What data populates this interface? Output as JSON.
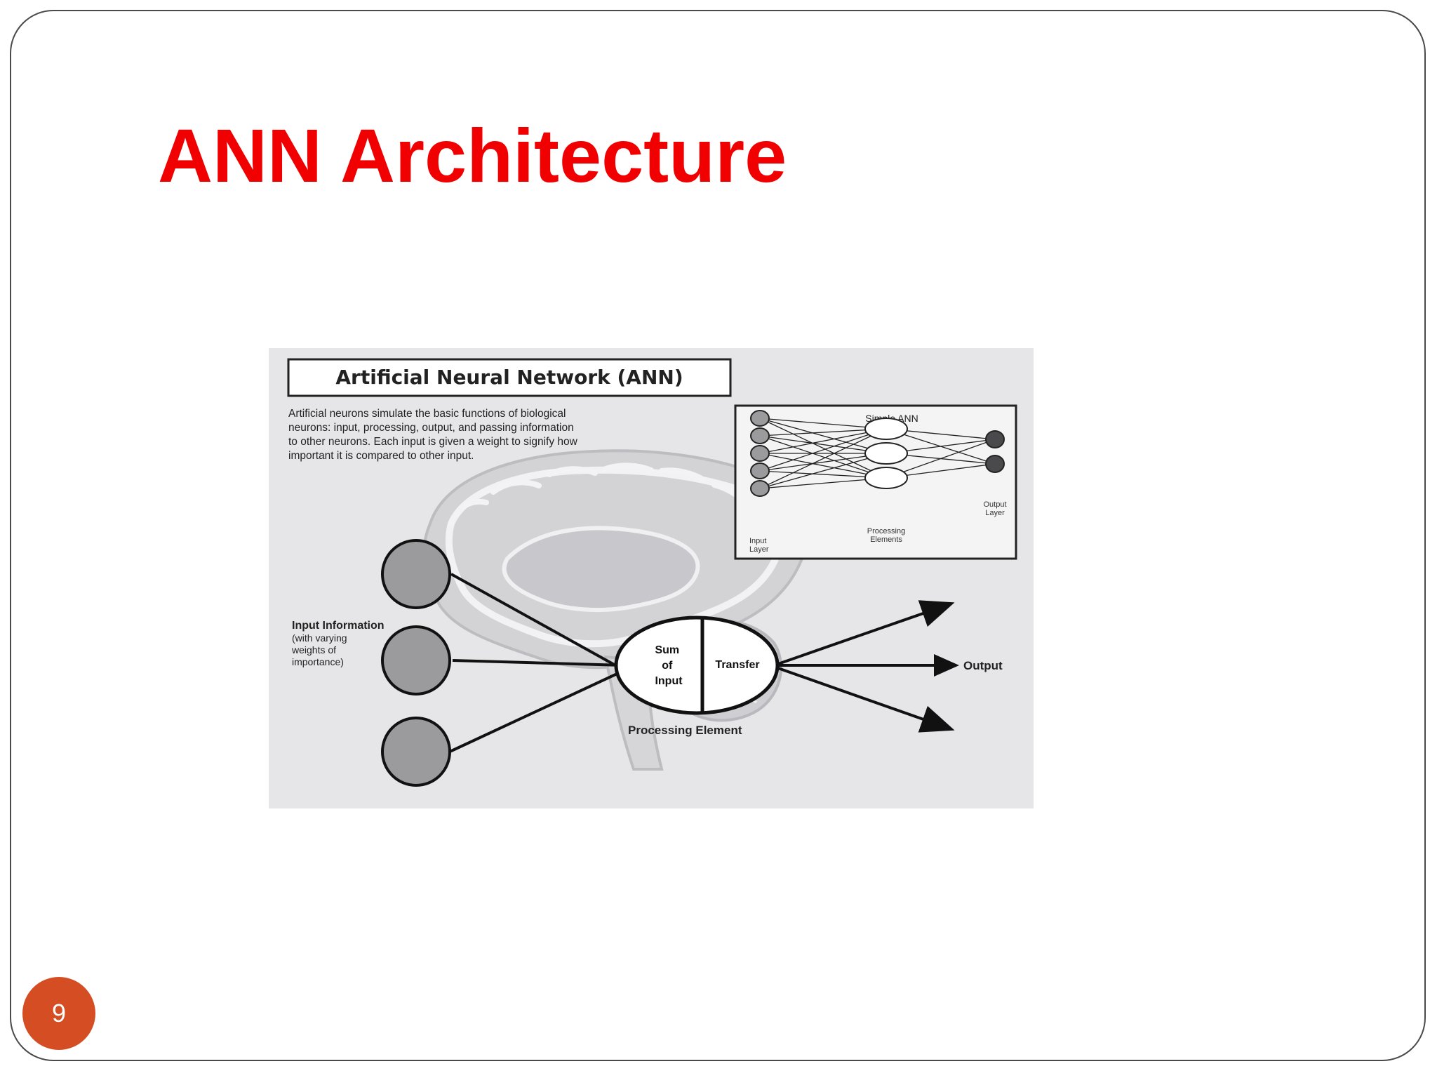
{
  "slide": {
    "title": "ANN Architecture",
    "page_number": "9"
  },
  "figure": {
    "heading": "Artificial Neural Network (ANN)",
    "description_lines": [
      "Artificial neurons simulate the basic functions of biological",
      "neurons: input, processing, output, and passing information",
      "to other neurons. Each input is given a weight to signify how",
      "important it is compared to other input."
    ],
    "inset": {
      "title": "Simple ANN",
      "input_layer": "Input\nLayer",
      "processing_elements": "Processing\nElements",
      "output_layer": "Output\nLayer"
    },
    "input_information": [
      "Input Information",
      "(with varying",
      "weights of",
      "importance)"
    ],
    "sum_of_input": [
      "Sum",
      "of",
      "Input"
    ],
    "transfer": "Transfer",
    "output": "Output",
    "processing_element": "Processing Element"
  },
  "colors": {
    "title": "#f00000",
    "badge": "#d54d23",
    "frame": "#4a4a4a",
    "figure_bg": "#e6e6e8"
  }
}
